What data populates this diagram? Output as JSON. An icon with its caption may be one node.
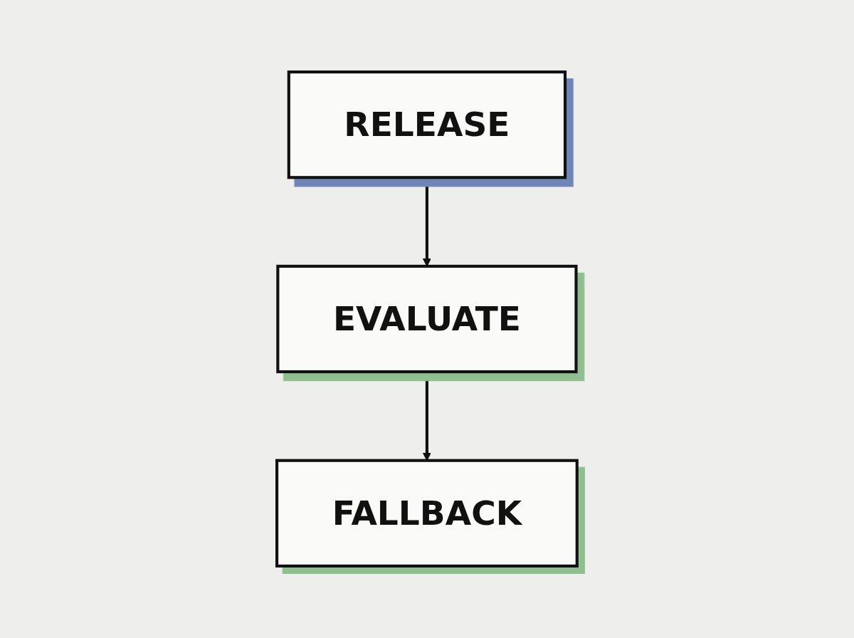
{
  "diagram": {
    "nodes": [
      {
        "text": [
          "RELEASE"
        ]
      },
      {
        "text": [
          "EVALUATE"
        ]
      },
      {
        "text": [
          "FALLBACK"
        ]
      }
    ],
    "edges": [
      {
        "from": 0,
        "to": 1,
        "arrow": "to"
      },
      {
        "from": 1,
        "to": 2,
        "arrow": "to"
      }
    ]
  }
}
